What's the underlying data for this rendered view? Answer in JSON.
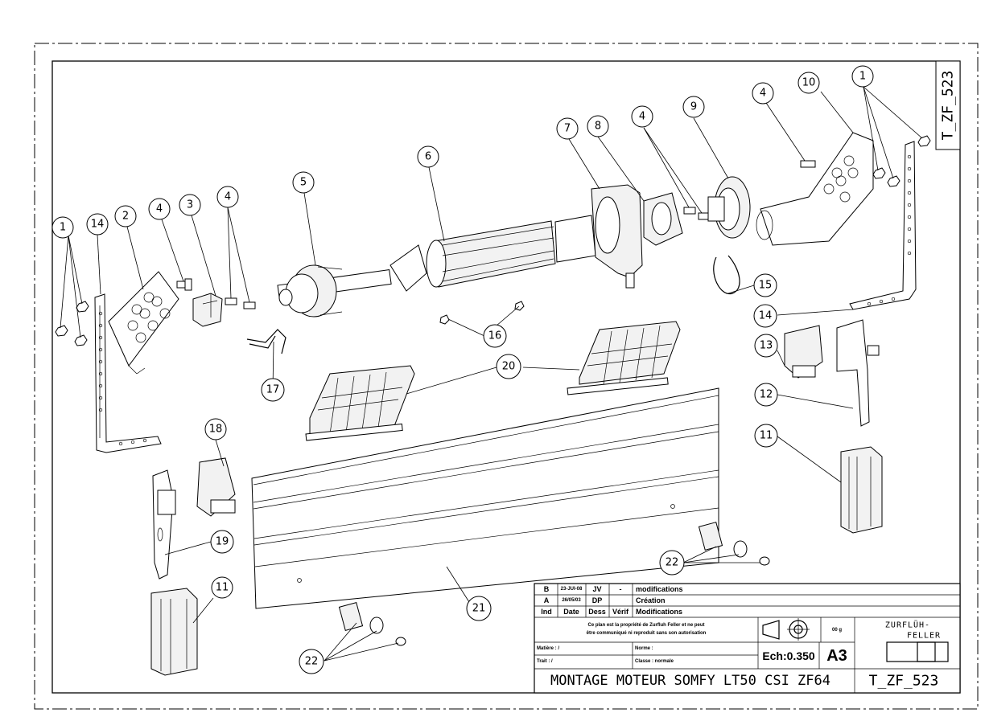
{
  "sheet": {
    "side_label": "T_ZF_523",
    "title": "MONTAGE MOTEUR SOMFY LT50 CSI ZF64",
    "reference": "T_ZF_523",
    "scale": "Ech:0.350",
    "format": "A3",
    "mass": "00 g",
    "notice_line1": "Ce plan est la propriété de Zurfluh Feller et ne peut",
    "notice_line2": "être communiqué ni reproduit sans son autorisation",
    "matiere": "Matière : /",
    "trait": "Trait : /",
    "norme": "Norme :",
    "classe": "Classe : normale",
    "logo_top": "ZURFLÜH-",
    "logo_bottom": "FELLER"
  },
  "revisions": {
    "headers": [
      "Ind",
      "Date",
      "Dess",
      "Vérif",
      "Modifications"
    ],
    "rows": [
      {
        "ind": "B",
        "date": "23-JUI-08",
        "dess": "JV",
        "verif": "-",
        "mod": "modifications"
      },
      {
        "ind": "A",
        "date": "26/05/03",
        "dess": "DP",
        "verif": "",
        "mod": "Création"
      }
    ]
  },
  "balloons": [
    "1",
    "14",
    "2",
    "4",
    "3",
    "4",
    "5",
    "6",
    "7",
    "8",
    "4",
    "9",
    "4",
    "10",
    "1",
    "15",
    "14",
    "13",
    "12",
    "11",
    "16",
    "17",
    "20",
    "18",
    "19",
    "11",
    "21",
    "22",
    "22"
  ]
}
